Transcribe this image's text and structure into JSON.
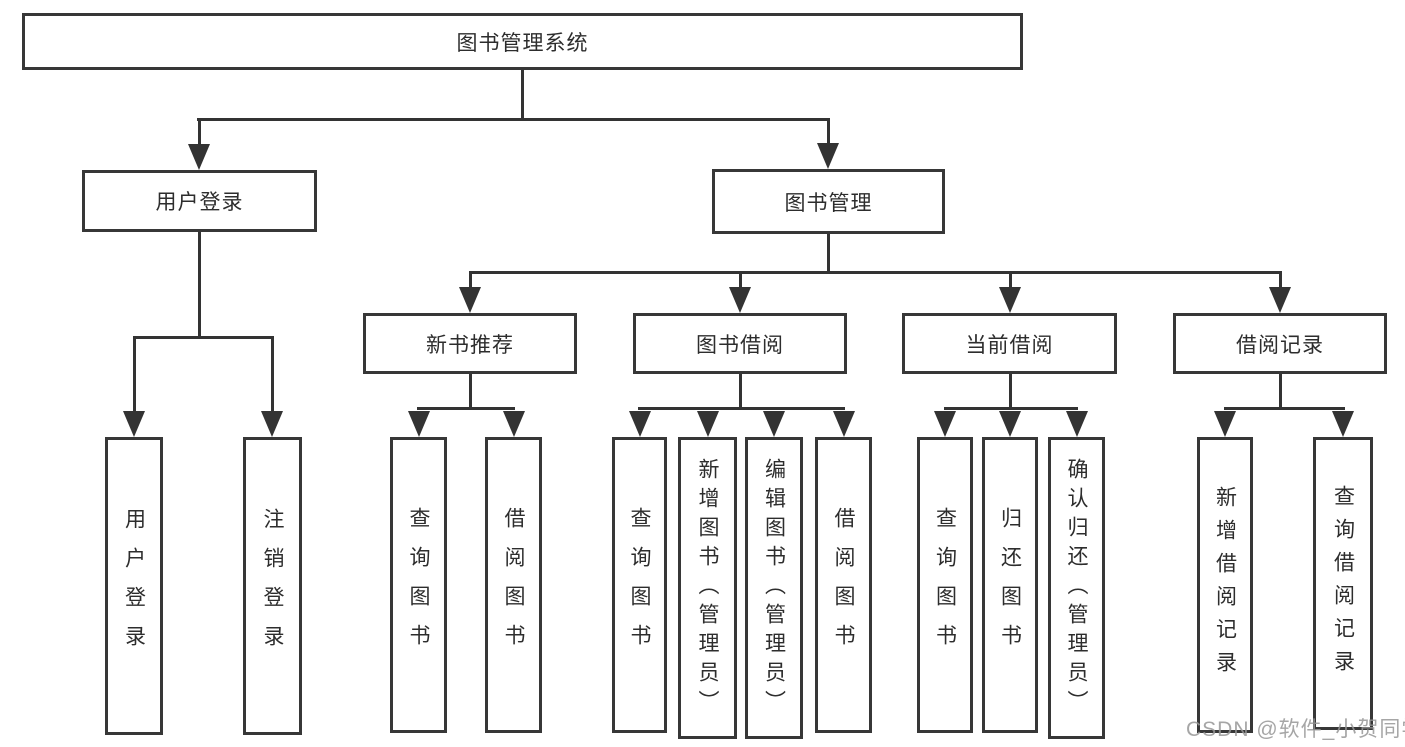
{
  "diagram": {
    "root": {
      "label": "图书管理系统"
    },
    "branches": [
      {
        "label": "用户登录",
        "children": [
          {
            "label": "用户登录"
          },
          {
            "label": "注销登录"
          }
        ]
      },
      {
        "label": "图书管理",
        "children": [
          {
            "label": "新书推荐",
            "children": [
              {
                "label": "查询图书"
              },
              {
                "label": "借阅图书"
              }
            ]
          },
          {
            "label": "图书借阅",
            "children": [
              {
                "label": "查询图书"
              },
              {
                "label": "新增图书（管理员）"
              },
              {
                "label": "编辑图书（管理员）"
              },
              {
                "label": "借阅图书"
              }
            ]
          },
          {
            "label": "当前借阅",
            "children": [
              {
                "label": "查询图书"
              },
              {
                "label": "归还图书"
              },
              {
                "label": "确认归还（管理员）"
              }
            ]
          },
          {
            "label": "借阅记录",
            "children": [
              {
                "label": "新增借阅记录"
              },
              {
                "label": "查询借阅记录"
              }
            ]
          }
        ]
      }
    ],
    "watermark": "CSDN @软件_小贺同学",
    "colors": {
      "line": "#333333",
      "box_border": "#373737",
      "text": "#2d2d2d",
      "watermark": "#969696",
      "background": "#ffffff"
    }
  }
}
